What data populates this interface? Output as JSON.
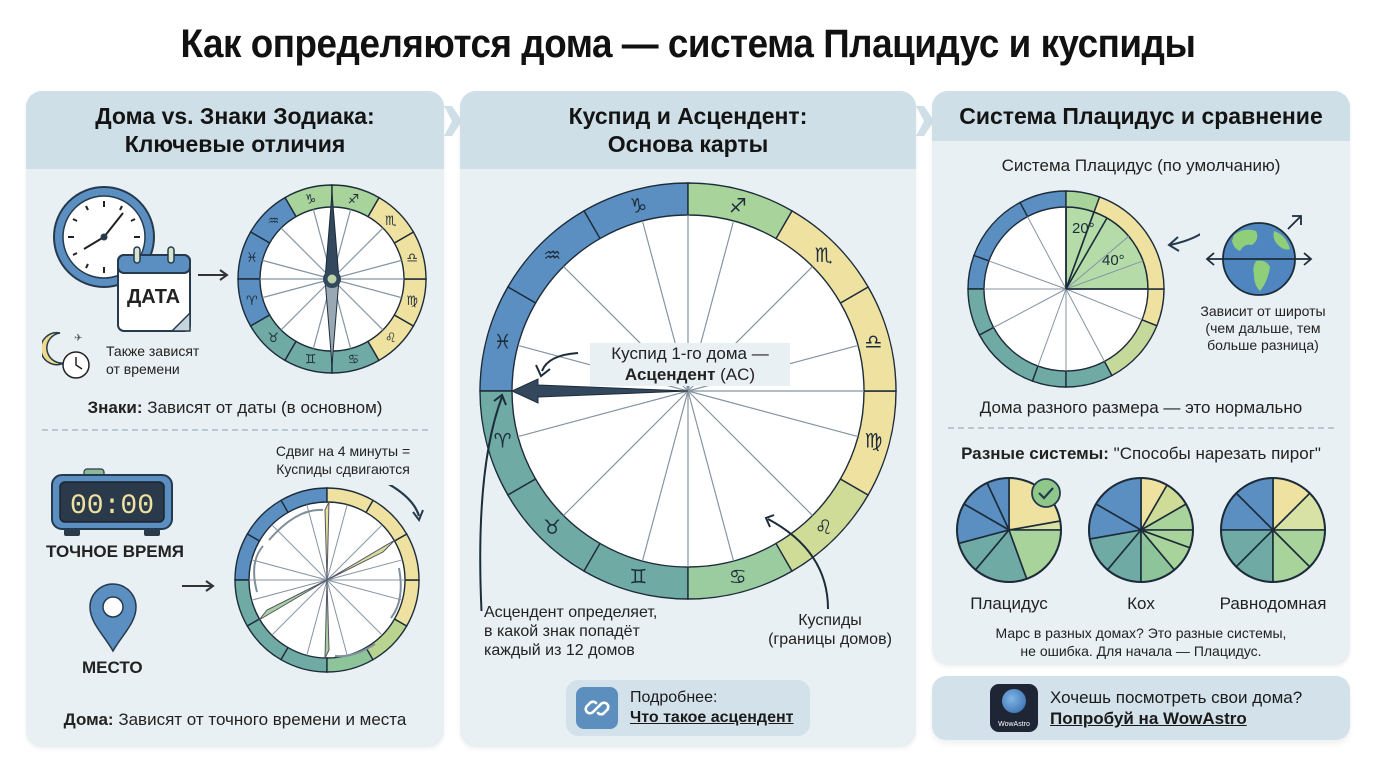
{
  "title": "Как определяются дома — система Плацидус и куспиды",
  "colors": {
    "panel_bg": "#e8f0f3",
    "panel_header": "#cfdfe7",
    "blue": "#5b8fc1",
    "teal": "#6faaa4",
    "green": "#a8d39b",
    "yellow": "#efe1a0",
    "dark": "#33485c"
  },
  "panel1": {
    "title_line1": "Дома vs. Знаки Зодиака:",
    "title_line2": "Ключевые отличия",
    "calendar_label": "ДАТА",
    "also_time_line1": "Также зависят",
    "also_time_line2": "от времени",
    "signs_bold": "Знаки:",
    "signs_text": " Зависят от даты (в основном)",
    "shift_line1": "Сдвиг на 4 минуты =",
    "shift_line2": "Куспиды сдвигаются",
    "clock_display": "00:00",
    "exact_time_label": "ТОЧНОЕ ВРЕМЯ",
    "place_label": "МЕСТО",
    "houses_bold": "Дома:",
    "houses_text": " Зависят от точного времени и места",
    "zodiac_glyphs": [
      "♑",
      "♐",
      "♏",
      "♎",
      "♍",
      "♌",
      "♋",
      "♊",
      "♉",
      "♈",
      "♓",
      "♒"
    ]
  },
  "panel2": {
    "title_line1": "Куспид и Асцендент:",
    "title_line2": "Основа карты",
    "cusp_label_line1": "Куспид 1-го дома —",
    "cusp_label_bold": "Асцендент",
    "cusp_label_rest": " (AC)",
    "asc_note_line1": "Асцендент определяет,",
    "asc_note_line2": "в какой знак попадёт",
    "asc_note_line3": "каждый из 12 домов",
    "cusps_line1": "Куспиды",
    "cusps_line2": "(границы домов)",
    "link_prefix": "Подробнее:",
    "link_text": "Что такое асцендент",
    "zodiac_glyphs": [
      "♑",
      "♐",
      "♏",
      "♎",
      "♍",
      "♌",
      "♋",
      "♊",
      "♉",
      "♈",
      "♓",
      "♒"
    ]
  },
  "panel3": {
    "title": "Система Плацидус и сравнение",
    "subtitle": "Система Плацидус (по умолчанию)",
    "angle1": "20°",
    "angle2": "40°",
    "latitude_line1": "Зависит от широты",
    "latitude_line2": "(чем дальше, тем",
    "latitude_line3": "больше разница)",
    "unequal_note": "Дома разного размера — это нормально",
    "systems_bold": "Разные системы:",
    "systems_text": " \"Способы нарезать пирог\"",
    "systems": [
      {
        "name": "Плацидус",
        "selected": true
      },
      {
        "name": "Кох",
        "selected": false
      },
      {
        "name": "Равнодомная",
        "selected": false
      }
    ],
    "mars_line1": "Марс в разных домах? Это разные системы,",
    "mars_line2": "не ошибка. Для начала — Плацидус."
  },
  "cta": {
    "app_name": "WowAstro",
    "question": "Хочешь посмотреть свои дома?",
    "link_text": "Попробуй на WowAstro"
  }
}
